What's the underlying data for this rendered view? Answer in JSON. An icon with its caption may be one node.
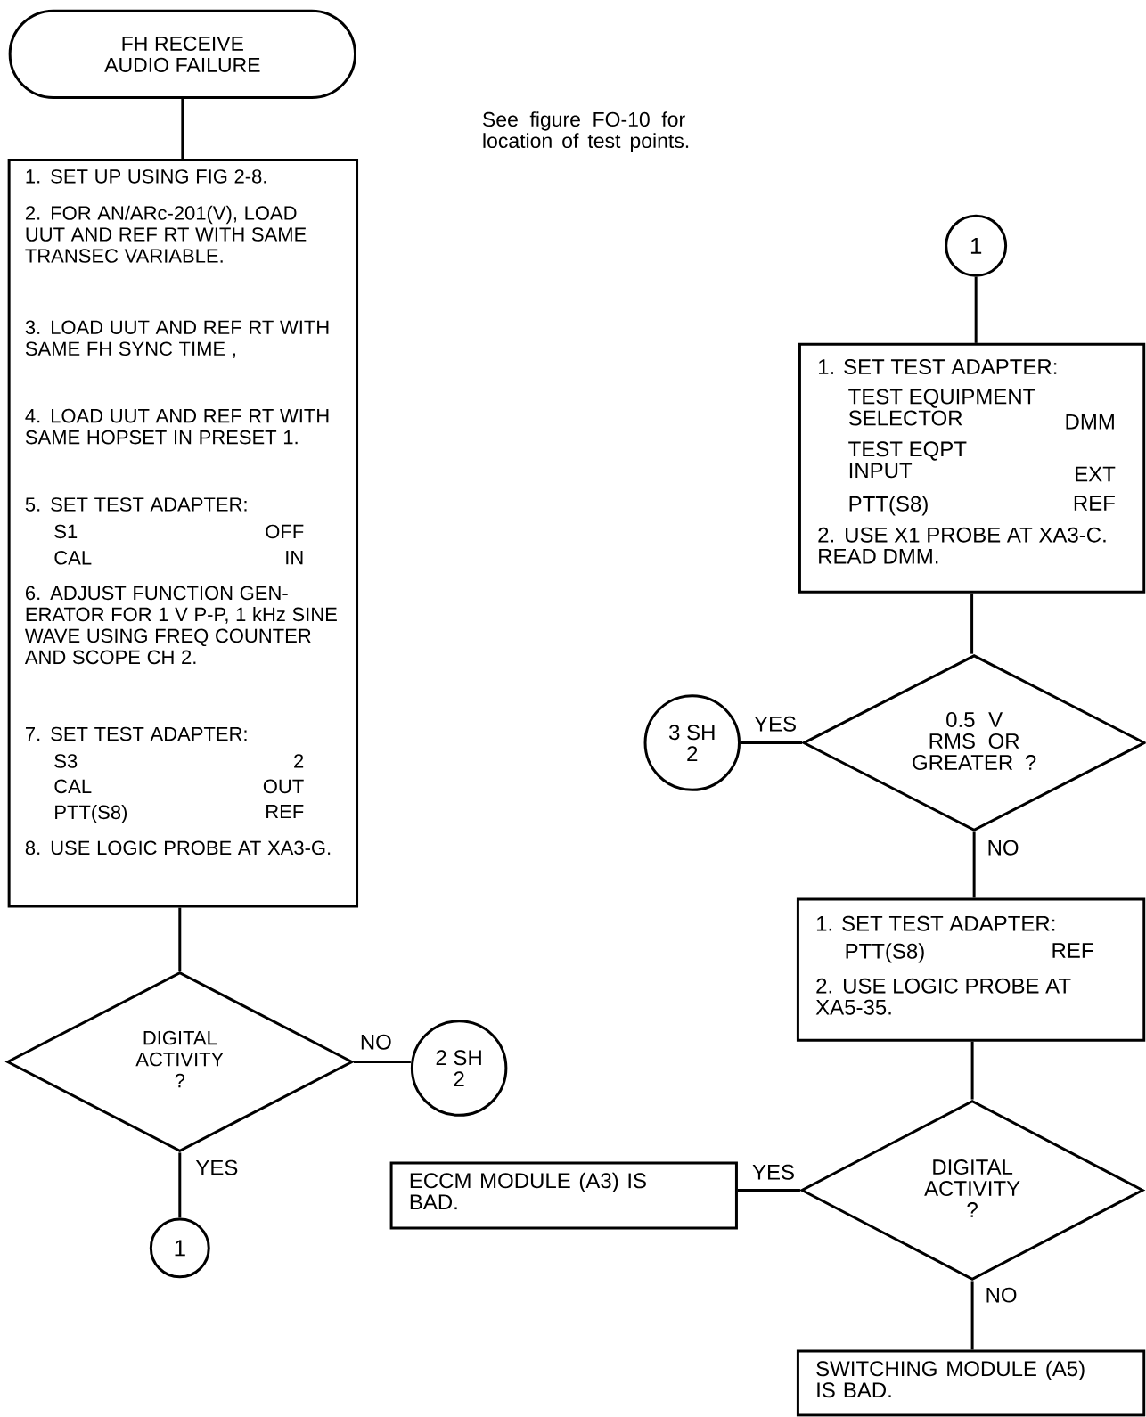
{
  "diagram": {
    "nodes": [
      {
        "text": [
          "FH RECEIVE AUDIO FAILURE"
        ]
      },
      {
        "text": [
          "1. SET UP USING FIG 2-8.",
          "2. FOR AN/ARc-201(V), LOAD UUT AND REF RT WITH SAME TRANSEC VARIABLE.",
          "3. LOAD UUT AND REF RT WITH SAME FH SYNC TIME ,",
          "4. LOAD UUT AND REF RT WITH SAME HOPSET IN PRESET 1.",
          "5. SET TEST ADAPTER:",
          "S1",
          "OFF",
          "CAL",
          "IN",
          "6. ADJUST FUNCTION GEN- ERATOR FOR 1 V P-P, 1 kHz SINE WAVE USING FREQ COUNTER AND SCOPE CH 2.",
          "7. SET TEST ADAPTER:",
          "S3",
          "2",
          "CAL",
          "OUT",
          "PTT(S8)",
          "REF",
          "8. USE LOGIC PROBE AT XA3-G."
        ]
      },
      {
        "text": [
          "DIGITAL ACTIVITY ?"
        ]
      },
      {
        "text": [
          "2 SH 2"
        ]
      },
      {
        "text": [
          "1"
        ]
      },
      {
        "text": [
          "1"
        ]
      },
      {
        "text": [
          "1. SET TEST ADAPTER:",
          "TEST EQUIPMENT SELECTOR",
          "DMM",
          "TEST EQPT INPUT",
          "EXT",
          "PTT(S8)",
          "REF",
          "2. USE X1 PROBE AT XA3-C. READ DMM."
        ]
      },
      {
        "text": [
          "0.5 V RMS OR GREATER ?"
        ]
      },
      {
        "text": [
          "3 SH 2"
        ]
      },
      {
        "text": [
          "1. SET TEST ADAPTER:",
          "PTT(S8)",
          "REF",
          "2. USE LOGIC PROBE AT XA5-35."
        ]
      },
      {
        "text": [
          "DIGITAL ACTIVITY ?"
        ]
      },
      {
        "text": [
          "ECCM MODULE (A3) IS BAD."
        ]
      },
      {
        "text": [
          "SWITCHING MODULE (A5) IS BAD."
        ]
      }
    ],
    "edges": [
      {
        "from": 0,
        "to": 1,
        "arrow": "none"
      },
      {
        "from": 1,
        "to": 2,
        "arrow": "none"
      },
      {
        "from": 2,
        "to": 3,
        "arrow": "none",
        "label": "NO"
      },
      {
        "from": 2,
        "to": 4,
        "arrow": "none",
        "label": "YES"
      },
      {
        "from": 5,
        "to": 6,
        "arrow": "none"
      },
      {
        "from": 6,
        "to": 7,
        "arrow": "none"
      },
      {
        "from": 7,
        "to": 8,
        "arrow": "none",
        "label": "YES"
      },
      {
        "from": 7,
        "to": 9,
        "arrow": "none",
        "label": "NO"
      },
      {
        "from": 9,
        "to": 10,
        "arrow": "none"
      },
      {
        "from": 10,
        "to": 11,
        "arrow": "none",
        "label": "YES"
      },
      {
        "from": 10,
        "to": 12,
        "arrow": "none",
        "label": "NO"
      }
    ],
    "labels": [
      "See figure FO-10 for location of test points."
    ]
  }
}
